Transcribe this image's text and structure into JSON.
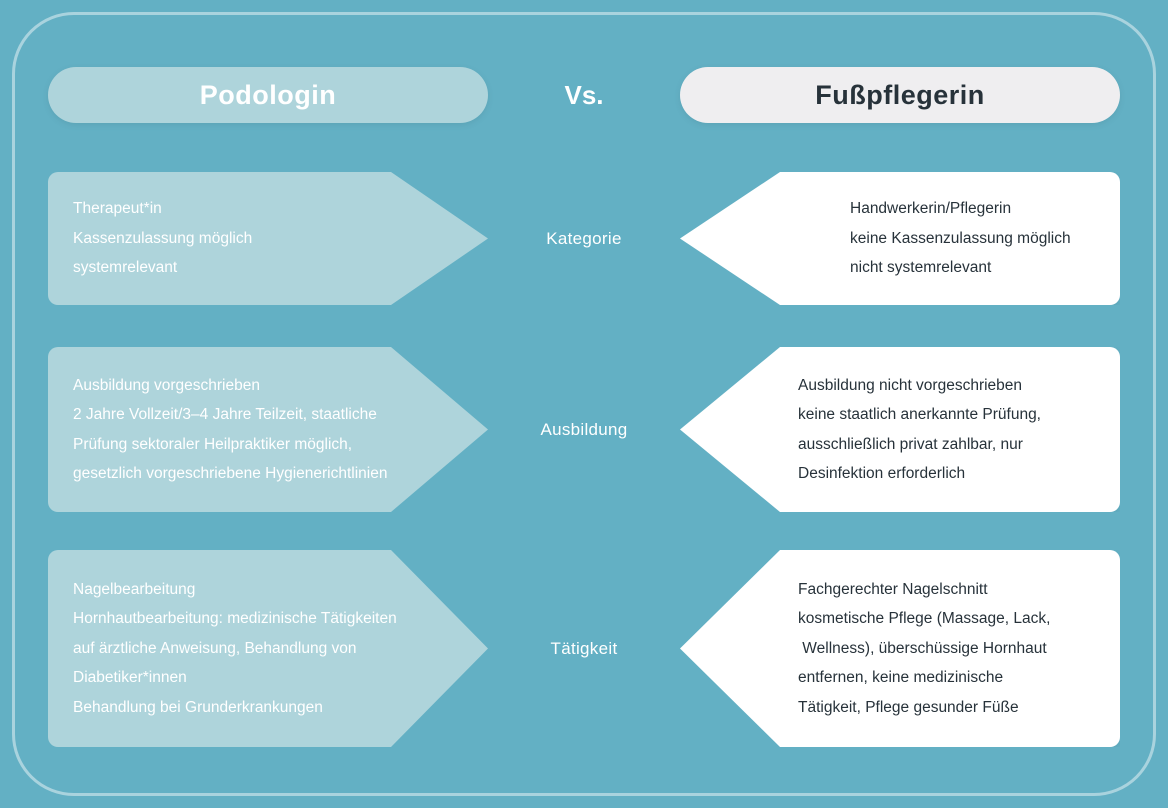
{
  "header": {
    "left_title": "Podologin",
    "vs_label": "Vs.",
    "right_title": "Fußpflegerin"
  },
  "rows": [
    {
      "category": "Kategorie",
      "left_lines": [
        "Therapeut*in",
        "Kassenzulassung möglich",
        "systemrelevant"
      ],
      "right_lines": [
        "Handwerkerin/Pflegerin",
        "keine Kassenzulassung möglich",
        "nicht systemrelevant"
      ]
    },
    {
      "category": "Ausbildung",
      "left_lines": [
        "Ausbildung vorgeschrieben",
        "2 Jahre Vollzeit/3–4 Jahre Teilzeit, staatliche",
        "Prüfung sektoraler Heilpraktiker möglich,",
        "gesetzlich vorgeschriebene Hygienerichtlinien"
      ],
      "right_lines": [
        "Ausbildung nicht vorgeschrieben",
        "keine staatlich anerkannte Prüfung,",
        "ausschließlich privat zahlbar, nur",
        "Desinfektion erforderlich"
      ]
    },
    {
      "category": "Tätigkeit",
      "left_lines": [
        "Nagelbearbeitung",
        "Hornhautbearbeitung: medizinische Tätigkeiten",
        "auf ärztliche Anweisung, Behandlung von",
        "Diabetiker*innen",
        "Behandlung bei Grunderkrankungen"
      ],
      "right_lines": [
        "Fachgerechter Nagelschnitt",
        "kosmetische Pflege (Massage, Lack,",
        " Wellness), überschüssige Hornhaut",
        "entfernen, keine medizinische",
        "Tätigkeit, Pflege gesunder Füße"
      ]
    }
  ],
  "colors": {
    "bg": "#63b0c4",
    "light-teal": "#aed4db",
    "pill-gray": "#efeef0",
    "white": "#ffffff",
    "dark-text": "#27323a",
    "border-line": "rgba(255,255,255,0.45)"
  }
}
